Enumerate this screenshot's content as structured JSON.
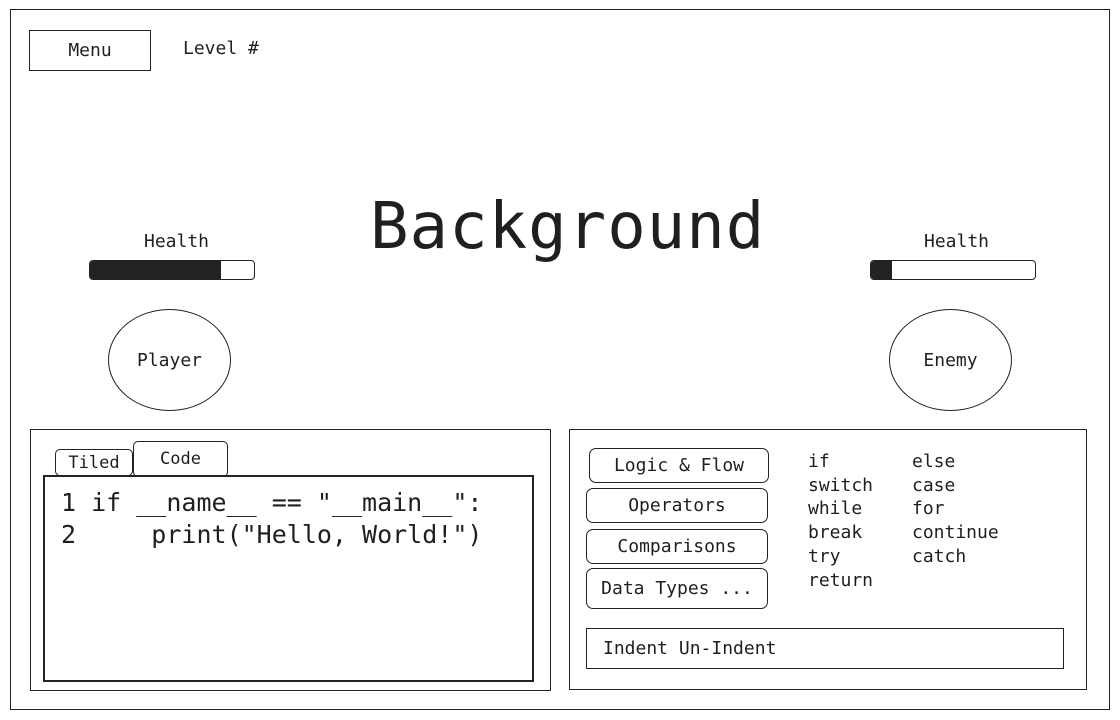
{
  "header": {
    "menu_label": "Menu",
    "level_label": "Level #"
  },
  "scene": {
    "background_label": "Background",
    "player": {
      "name": "Player",
      "health_label": "Health",
      "health_fraction": 0.8
    },
    "enemy": {
      "name": "Enemy",
      "health_label": "Health",
      "health_fraction": 0.13
    }
  },
  "code_panel": {
    "tabs": [
      "Tiled",
      "Code"
    ],
    "active_tab": "Code",
    "lines": [
      "1 if __name__ == \"__main__\":",
      "2     print(\"Hello, World!\")"
    ]
  },
  "palette": {
    "categories": [
      "Logic & Flow",
      "Operators",
      "Comparisons",
      "Data Types ..."
    ],
    "keywords_col1": [
      "if",
      "switch",
      "while",
      "break",
      "try",
      "return"
    ],
    "keywords_col2": [
      "else",
      "case",
      "for",
      "continue",
      "catch"
    ],
    "indent_label": "Indent",
    "unindent_label": "Un-Indent"
  },
  "colors": {
    "ink": "#222222",
    "health_fill": "#222222",
    "background": "#ffffff"
  }
}
